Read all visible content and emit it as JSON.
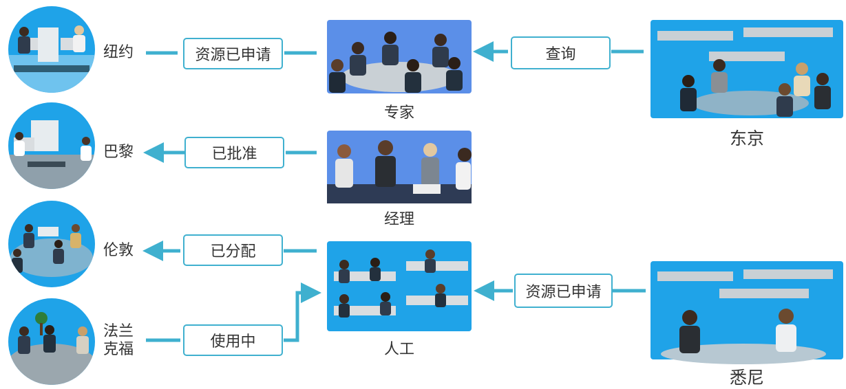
{
  "colors": {
    "connector": "#3fb0cf",
    "scene_blue": "#5b8fe8",
    "room_blue": "#1fa3e8",
    "text": "#333333"
  },
  "offices": [
    {
      "id": "newyork",
      "label": "纽约"
    },
    {
      "id": "paris",
      "label": "巴黎"
    },
    {
      "id": "london",
      "label": "伦敦"
    },
    {
      "id": "frankfurt",
      "label": "法兰\n克福"
    }
  ],
  "statuses": {
    "requested_left": "资源已申请",
    "approved": "已批准",
    "assigned": "已分配",
    "in_use": "使用中",
    "query": "查询",
    "requested_right": "资源已申请"
  },
  "center_nodes": {
    "expert": "专家",
    "manager": "经理",
    "agent": "人工"
  },
  "sources": {
    "tokyo": "东京",
    "sydney": "悉尼"
  }
}
